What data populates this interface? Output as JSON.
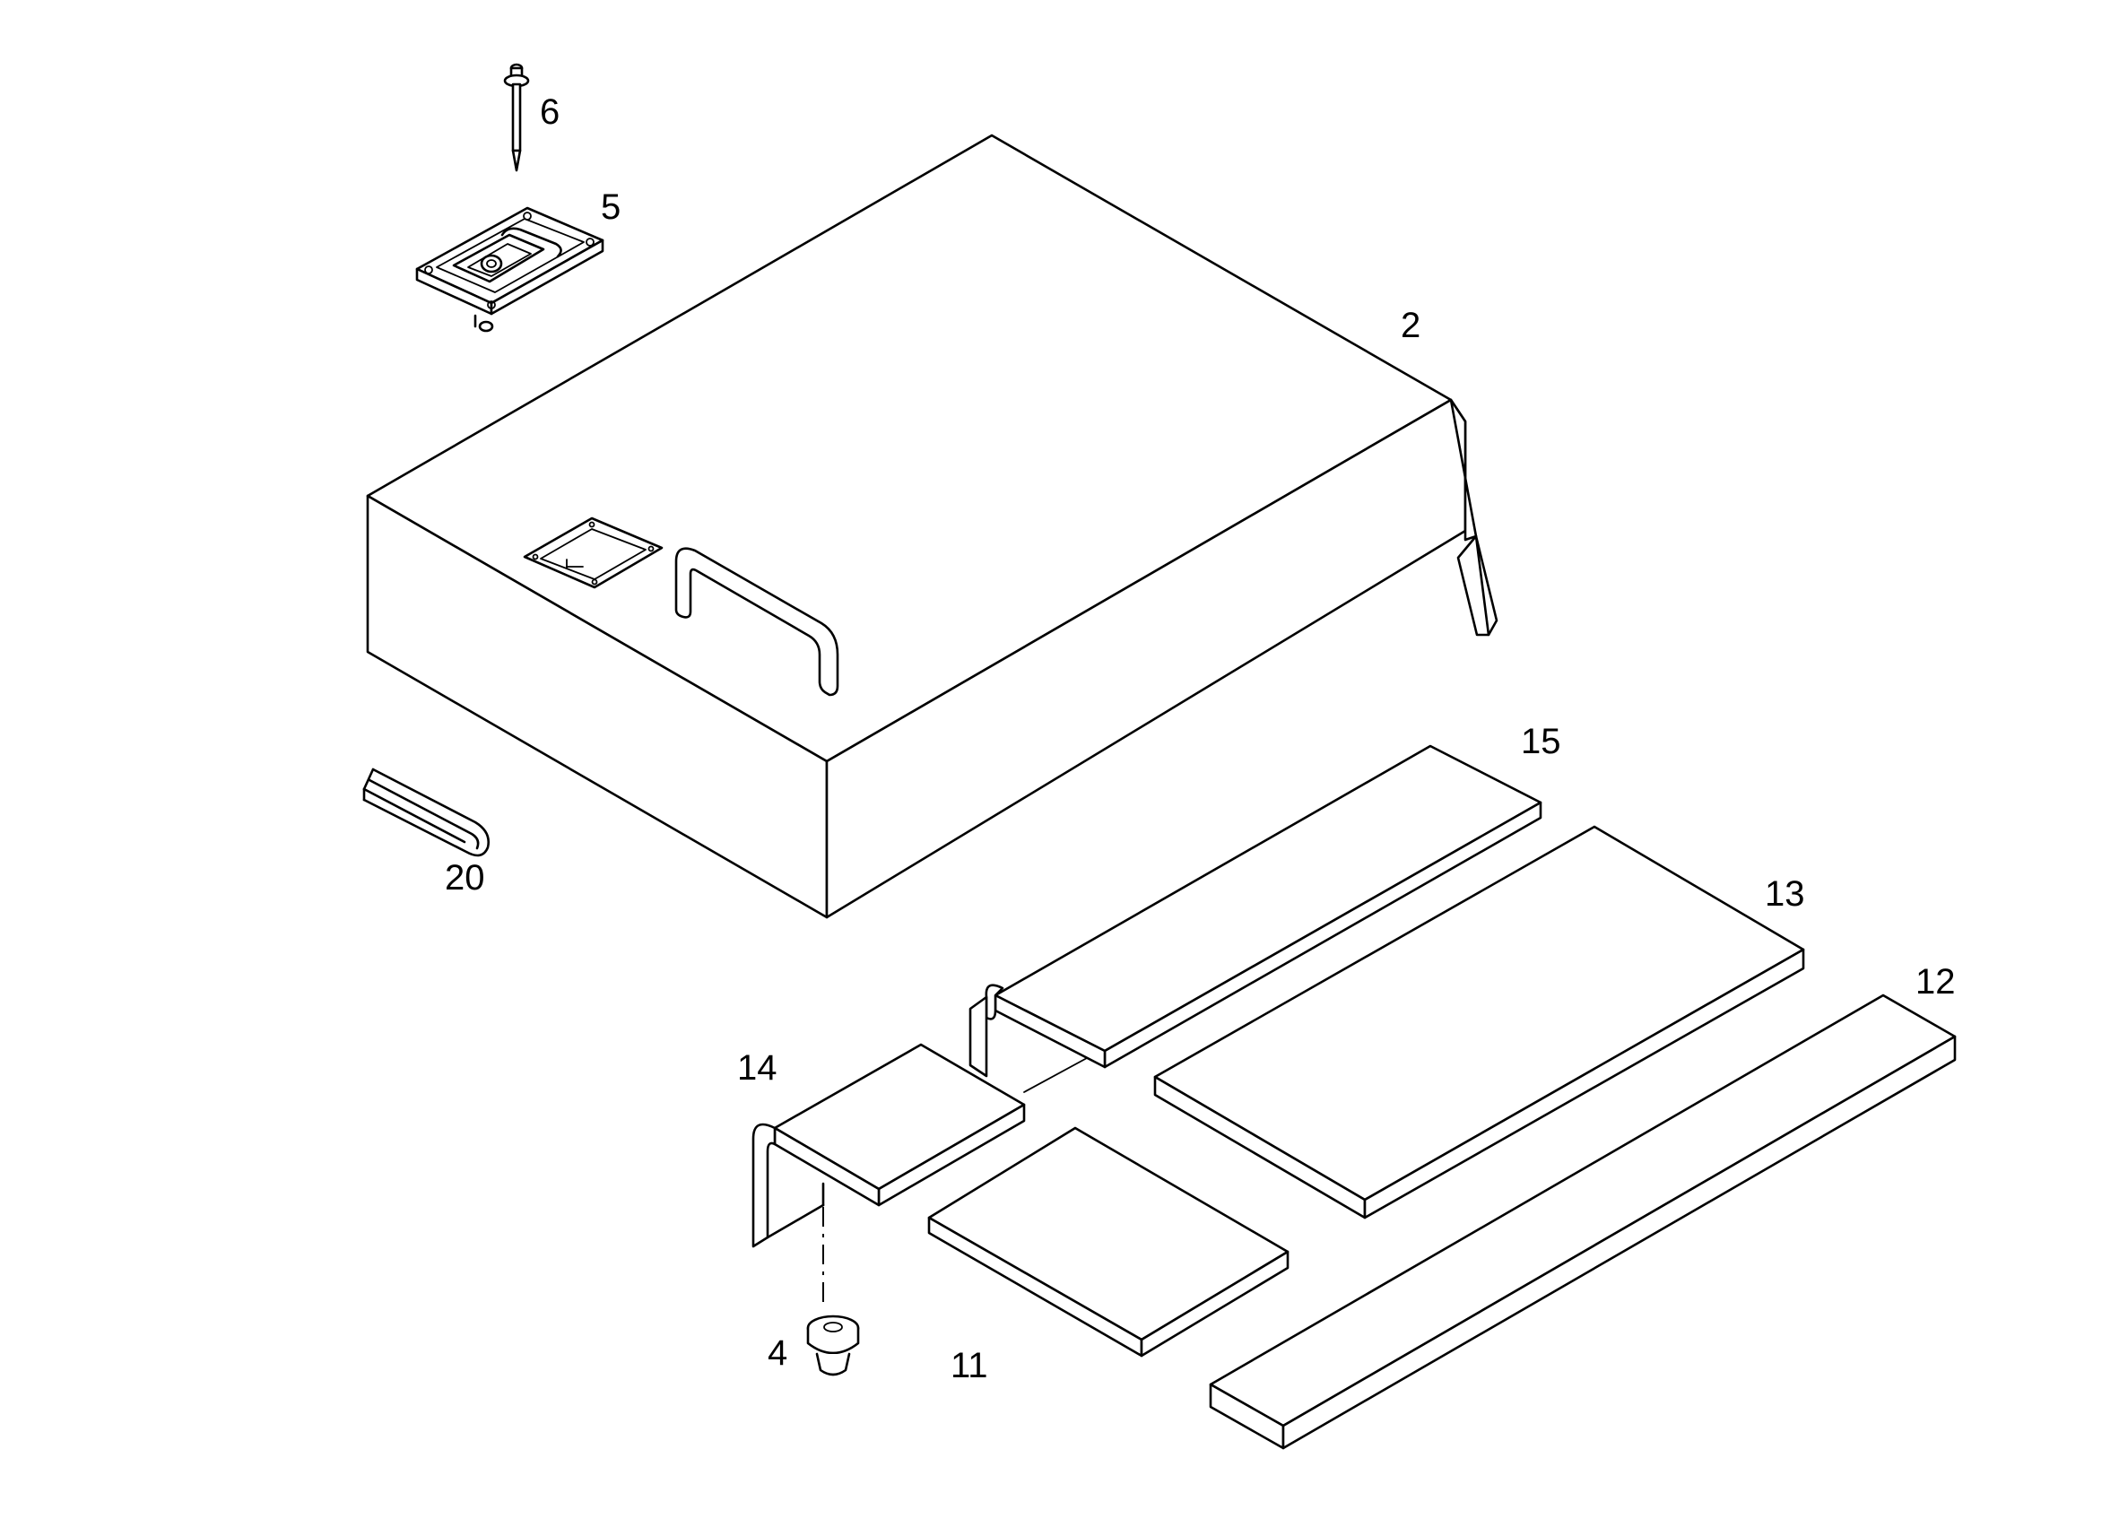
{
  "diagram": {
    "callouts": {
      "c2": "2",
      "c4": "4",
      "c5": "5",
      "c6": "6",
      "c11": "11",
      "c12": "12",
      "c13": "13",
      "c14": "14",
      "c15": "15",
      "c20": "20"
    }
  }
}
